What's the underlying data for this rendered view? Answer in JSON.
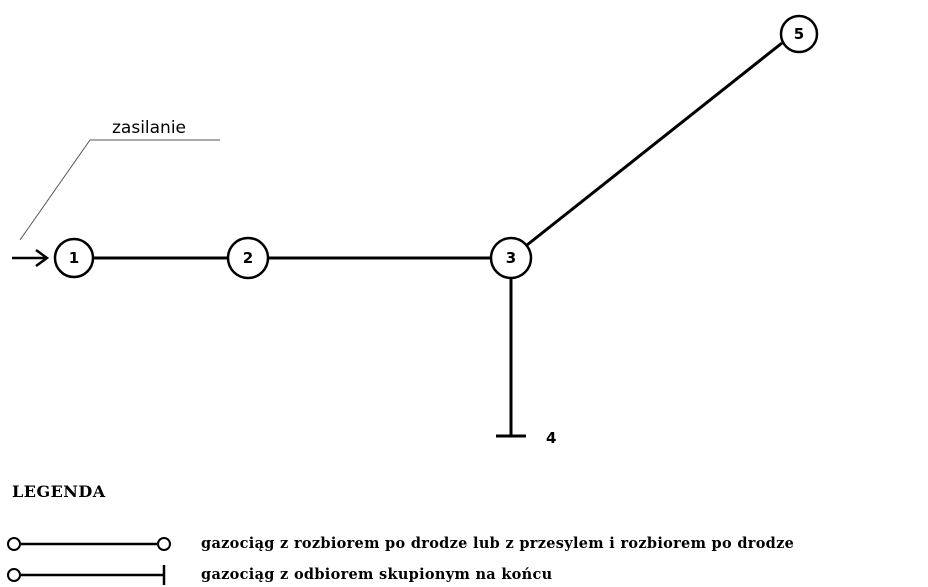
{
  "diagram": {
    "feed_label": "zasilanie",
    "nodes": [
      {
        "id": "1",
        "label": "1"
      },
      {
        "id": "2",
        "label": "2"
      },
      {
        "id": "3",
        "label": "3"
      },
      {
        "id": "4",
        "label": "4"
      },
      {
        "id": "5",
        "label": "5"
      }
    ],
    "edges": [
      {
        "from": "1",
        "to": "2"
      },
      {
        "from": "2",
        "to": "3"
      },
      {
        "from": "3",
        "to": "5"
      },
      {
        "from": "3",
        "to": "4"
      }
    ]
  },
  "legend": {
    "title": "LEGENDA",
    "items": [
      {
        "symbol": "line-circles-both-ends",
        "text": "gazociąg z rozbiorem po drodze lub z przesylem i rozbiorem po drodze"
      },
      {
        "symbol": "line-circle-bar-end",
        "text": "gazociąg z odbiorem skupionym na końcu"
      }
    ]
  }
}
